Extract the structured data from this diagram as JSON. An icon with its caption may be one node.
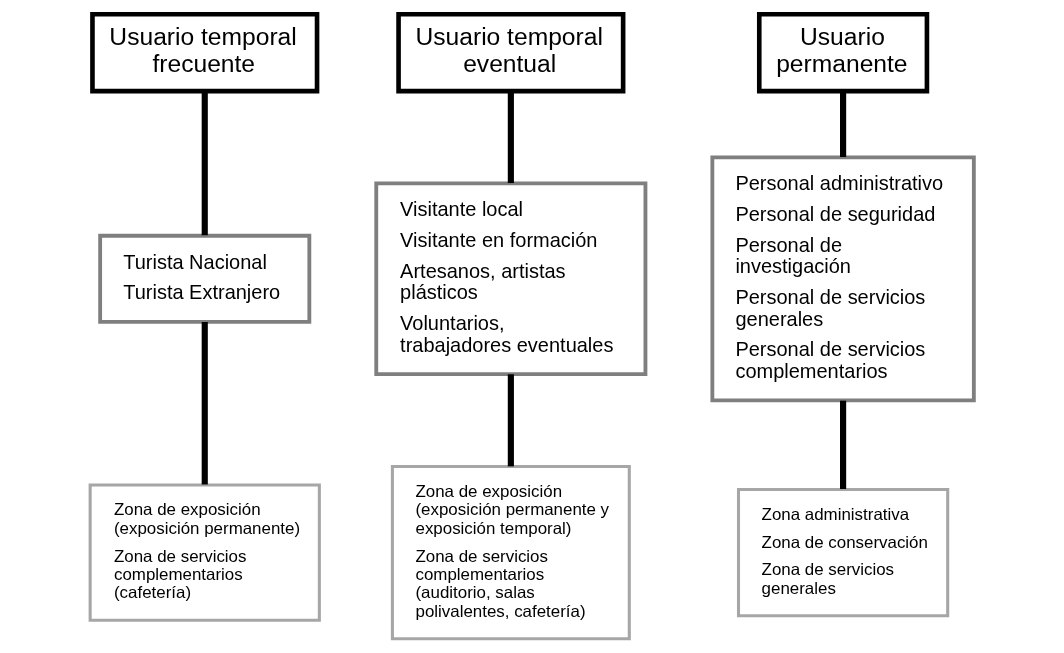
{
  "diagram": {
    "nodes": [
      {
        "text": [
          "Usuario temporal frecuente"
        ]
      },
      {
        "text": [
          "Usuario temporal eventual"
        ]
      },
      {
        "text": [
          "Usuario permanente"
        ]
      },
      {
        "text": [
          "Turista Nacional",
          "Turista Extranjero"
        ]
      },
      {
        "text": [
          "Visitante local",
          "Visitante en formación",
          "Artesanos, artistas plásticos",
          "Voluntarios, trabajadores eventuales"
        ]
      },
      {
        "text": [
          "Personal administrativo",
          "Personal de seguridad",
          "Personal de investigación",
          "Personal de servicios generales",
          "Personal de servicios complementarios"
        ]
      },
      {
        "text": [
          "Zona de exposición (exposición permanente)",
          "Zona de servicios complementarios (cafetería)"
        ]
      },
      {
        "text": [
          "Zona de exposición (exposición permanente y exposición temporal)",
          "Zona de servicios complementarios (auditorio, salas polivalentes, cafetería)"
        ]
      },
      {
        "text": [
          "Zona administrativa",
          "Zona de conservación",
          "Zona de servicios generales"
        ]
      }
    ],
    "edges": [
      {
        "from": 0,
        "to": 3,
        "arrow": "none"
      },
      {
        "from": 3,
        "to": 6,
        "arrow": "none"
      },
      {
        "from": 1,
        "to": 4,
        "arrow": "none"
      },
      {
        "from": 4,
        "to": 7,
        "arrow": "none"
      },
      {
        "from": 2,
        "to": 5,
        "arrow": "none"
      },
      {
        "from": 5,
        "to": 8,
        "arrow": "none"
      }
    ]
  }
}
